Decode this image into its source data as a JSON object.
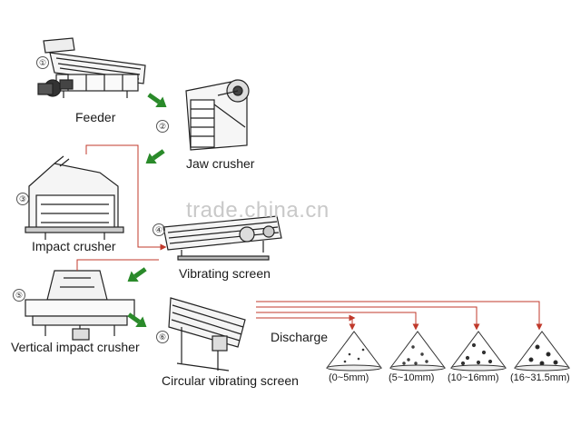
{
  "steps": [
    {
      "num": "①",
      "label": "Feeder"
    },
    {
      "num": "②",
      "label": "Jaw crusher"
    },
    {
      "num": "③",
      "label": "Impact crusher"
    },
    {
      "num": "④",
      "label": "Vibrating screen"
    },
    {
      "num": "⑤",
      "label": "Vertical impact crusher"
    },
    {
      "num": "⑥",
      "label": "Circular vibrating screen"
    }
  ],
  "discharge": {
    "label": "Discharge",
    "outputs": [
      "(0~5mm)",
      "(5~10mm)",
      "(10~16mm)",
      "(16~31.5mm)"
    ]
  },
  "watermark": "trade.china.cn",
  "colors": {
    "flow_arrow": "#2a8a2a",
    "feed_line": "#c0392b",
    "ink": "#1a1a1a"
  }
}
